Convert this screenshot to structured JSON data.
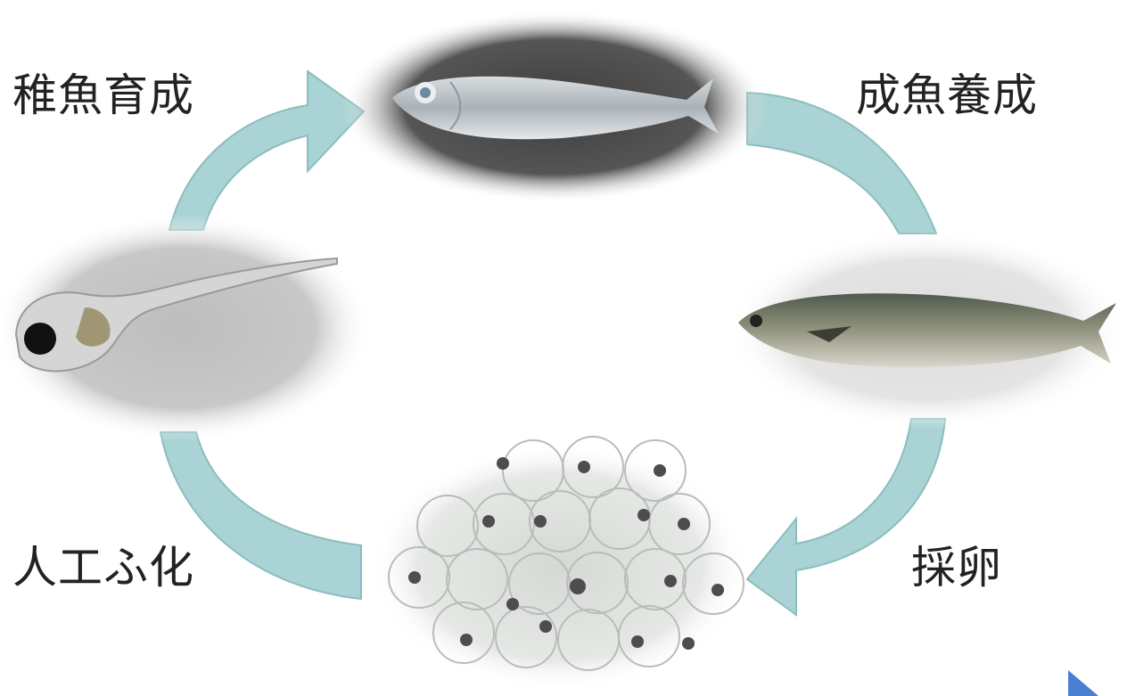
{
  "labels": {
    "juvenile_rearing": "稚魚育成",
    "adult_culture": "成魚養成",
    "artificial_hatching": "人工ふ化",
    "egg_collection": "採卵"
  },
  "colors": {
    "arrow_fill": "#a9d3d4",
    "arrow_stroke": "#7fb2b4",
    "corner_accent": "#4a7fd1"
  },
  "icons": {
    "top": "juvenile-fish-icon",
    "right": "adult-mackerel-icon",
    "bottom": "fish-eggs-icon",
    "left": "larva-icon"
  }
}
